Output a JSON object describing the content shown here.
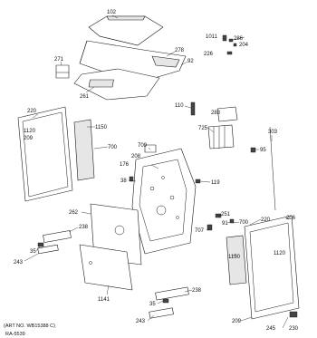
{
  "callouts": {
    "c102": "102",
    "c278": "278",
    "c92": "92",
    "c271": "271",
    "c261": "261",
    "c1011": "1011",
    "c286": "286",
    "c204": "204",
    "c226": "226",
    "c220a": "220",
    "c1120a": "1120",
    "c209a": "209",
    "c1150a": "1150",
    "c700a": "700",
    "c709": "709",
    "c208": "208",
    "c176": "176",
    "c38": "38",
    "c119": "119",
    "c110": "110",
    "c283": "283",
    "c725": "725",
    "c303": "303",
    "c95": "95",
    "c262": "262",
    "c238a": "238",
    "c35a": "35",
    "c243a": "243",
    "c251": "251",
    "c91": "91",
    "c707": "707",
    "c700b": "700",
    "c220b": "220",
    "c206": "206",
    "c1150b": "1150",
    "c1120b": "1120",
    "c1141": "1141",
    "c238b": "238",
    "c35b": "35",
    "c243b": "243",
    "c209b": "209",
    "c245": "245",
    "c230": "230"
  },
  "footer": {
    "art_no": "(ART NO. WB15388 C)",
    "ref": "RA-5539"
  }
}
